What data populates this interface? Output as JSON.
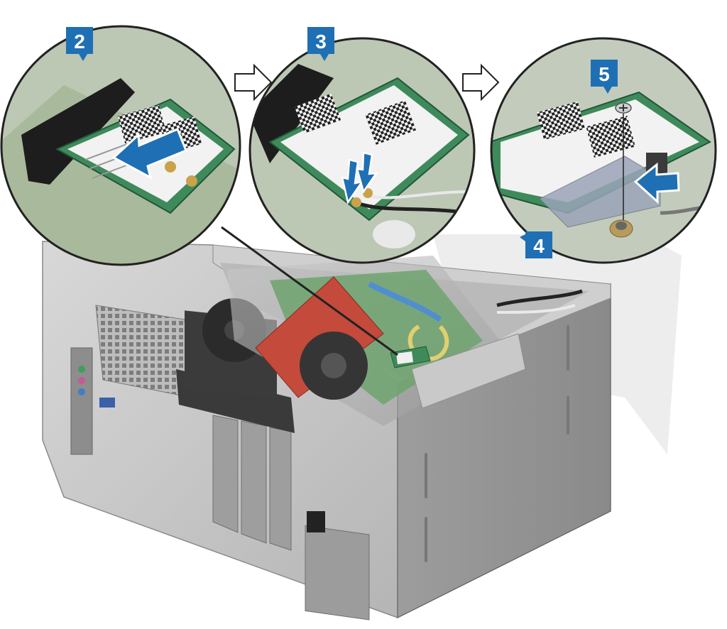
{
  "figure": {
    "steps": [
      {
        "id": "step-2",
        "label": "2"
      },
      {
        "id": "step-3",
        "label": "3"
      },
      {
        "id": "step-4",
        "label": "4"
      },
      {
        "id": "step-5",
        "label": "5"
      }
    ],
    "colors": {
      "badge": "#1f6fb5",
      "arrow_blue": "#1f6fb5",
      "chassis": "#a8a8a8",
      "chassis_dark": "#7a7a7a",
      "card_green": "#3f8a5a",
      "board_green": "#6fa36f",
      "gpu_red": "#c44a3c",
      "cable_blue": "#4f8fcf",
      "cable_black": "#222222",
      "cable_white": "#e8e8e8"
    },
    "icons": [
      "step-badge",
      "push-arrow-icon",
      "flow-arrow-icon",
      "screw-icon",
      "zoom-callout"
    ]
  }
}
